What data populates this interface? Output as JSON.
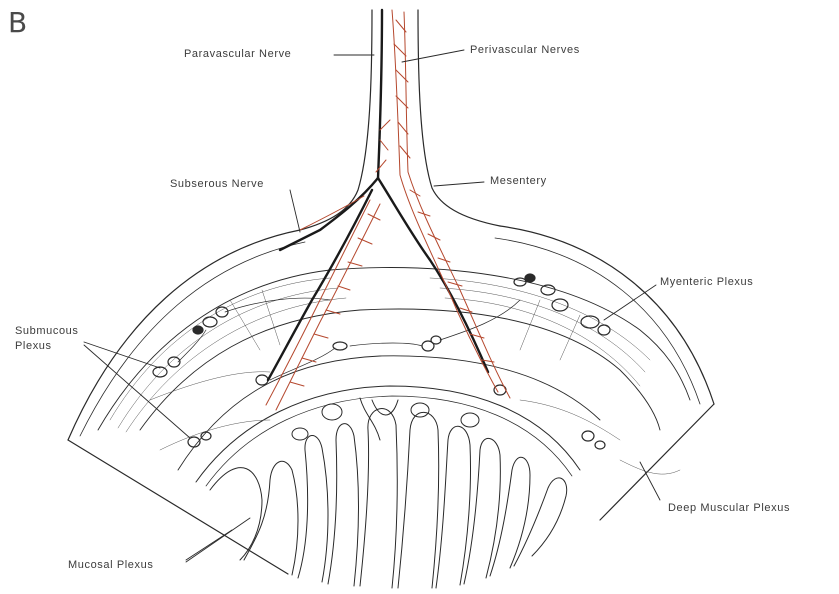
{
  "panel_label": "B",
  "labels": {
    "paravascular_nerve": "Paravascular Nerve",
    "perivascular_nerves": "Perivascular Nerves",
    "subserous_nerve": "Subserous Nerve",
    "mesentery": "Mesentery",
    "myenteric_plexus": "Myenteric Plexus",
    "submucous_plexus_line1": "Submucous",
    "submucous_plexus_line2": "Plexus",
    "deep_muscular_plexus": "Deep Muscular Plexus",
    "mucosal_plexus": "Mucosal Plexus"
  },
  "colors": {
    "ink": "#2a2a2a",
    "nerve_red": "#b5482e",
    "label_gray": "#3c3c3c"
  }
}
